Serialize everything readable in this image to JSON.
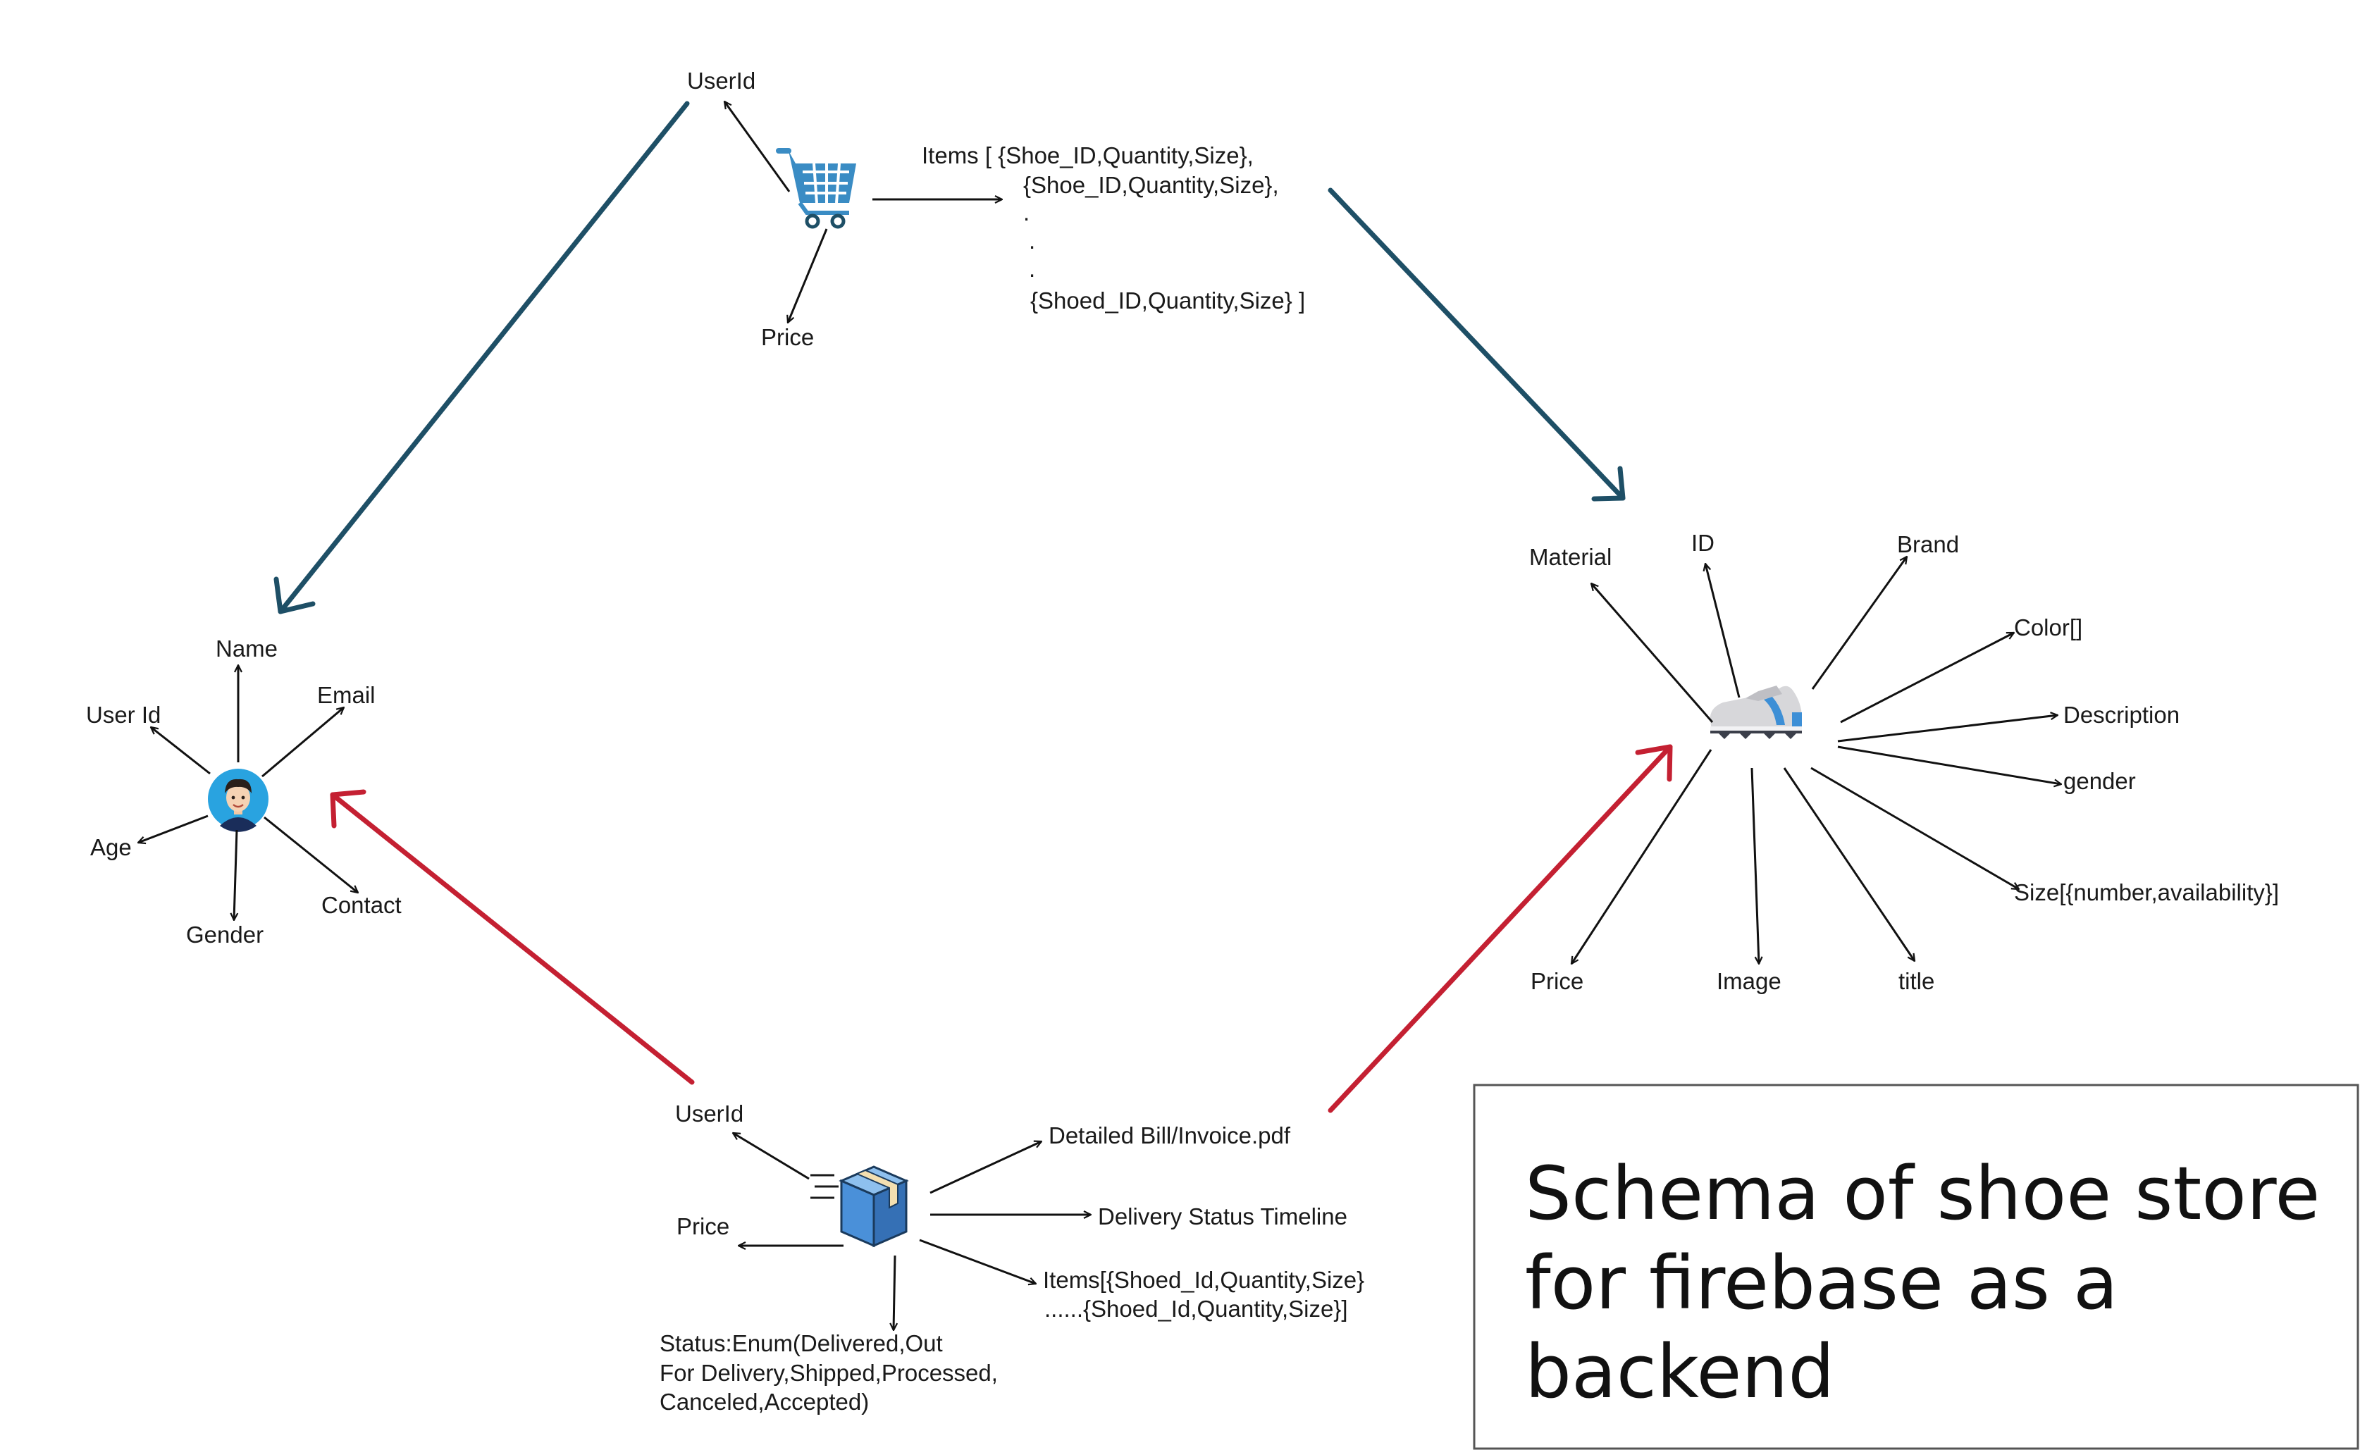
{
  "colors": {
    "teal_arrow": "#1e4f66",
    "red_arrow": "#c42032",
    "cart_blue": "#3a8cc4",
    "box_blue": "#4a90d9",
    "shoe_accent": "#3d8fd6",
    "avatar_bg": "#29a3e0"
  },
  "icons": {
    "cart": "shopping-cart-icon",
    "user": "user-avatar-icon",
    "shoe": "sneaker-icon",
    "package": "delivery-box-icon"
  },
  "title": {
    "line1": "Schema of shoe store",
    "line2": "for firebase as a",
    "line3": "backend"
  },
  "cart": {
    "user_id": "UserId",
    "price": "Price",
    "items_line1": "Items [  {Shoe_ID,Quantity,Size},",
    "items_line2": "{Shoe_ID,Quantity,Size},",
    "items_dot1": ".",
    "items_dot2": ".",
    "items_dot3": ".",
    "items_last": "{Shoed_ID,Quantity,Size}  ]"
  },
  "user": {
    "name": "Name",
    "email": "Email",
    "user_id": "User Id",
    "age": "Age",
    "gender": "Gender",
    "contact": "Contact"
  },
  "shoe": {
    "material": "Material",
    "id": "ID",
    "brand": "Brand",
    "color": "Color[]",
    "description": "Description",
    "gender": "gender",
    "size": "Size[{number,availability}]",
    "price": "Price",
    "image": "Image",
    "title": "title"
  },
  "order": {
    "user_id": "UserId",
    "price": "Price",
    "invoice": "Detailed Bill/Invoice.pdf",
    "timeline": "Delivery Status Timeline",
    "items_line1": "Items[{Shoed_Id,Quantity,Size}",
    "items_line2": "......{Shoed_Id,Quantity,Size}]",
    "status_line1": "Status:Enum(Delivered,Out",
    "status_line2": "For Delivery,Shipped,Processed,",
    "status_line3": "Canceled,Accepted)"
  }
}
